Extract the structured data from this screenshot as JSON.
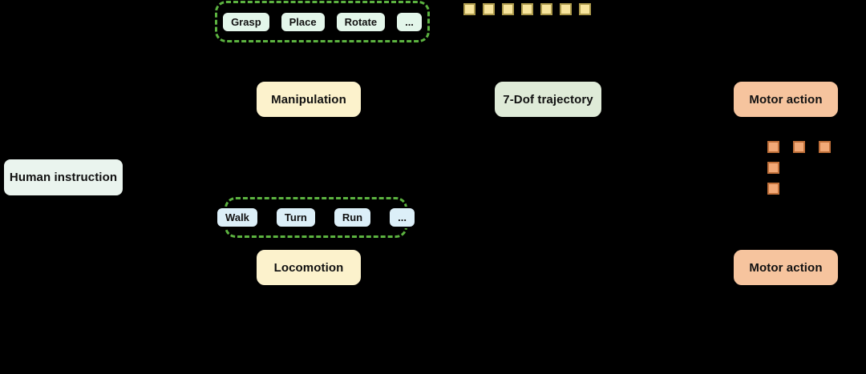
{
  "diagram": {
    "nodes": {
      "human_instruction": "Human instruction",
      "manipulation": "Manipulation",
      "locomotion": "Locomotion",
      "trajectory": "7-Dof trajectory",
      "motor_action_top": "Motor action",
      "motor_action_bottom": "Motor action"
    },
    "manipulation_skills": [
      "Grasp",
      "Place",
      "Rotate",
      "..."
    ],
    "locomotion_skills": [
      "Walk",
      "Turn",
      "Run",
      "..."
    ],
    "trajectory_dots_count": 7,
    "action_dots_count": 5,
    "colors": {
      "background": "#000000",
      "instruction_fill": "#EAF4EE",
      "task_fill": "#FCF2CC",
      "trajectory_fill": "#DFEBD8",
      "action_fill": "#F6C49E",
      "skill_mint_fill": "#E3F6EA",
      "skill_blue_fill": "#DCEFF8",
      "dashed_border_green": "#5CB340",
      "trajectory_dot_fill": "#F7E49C",
      "trajectory_dot_border": "#AD9B4D",
      "action_dot_fill": "#F2A977",
      "action_dot_border": "#C0703A"
    }
  }
}
